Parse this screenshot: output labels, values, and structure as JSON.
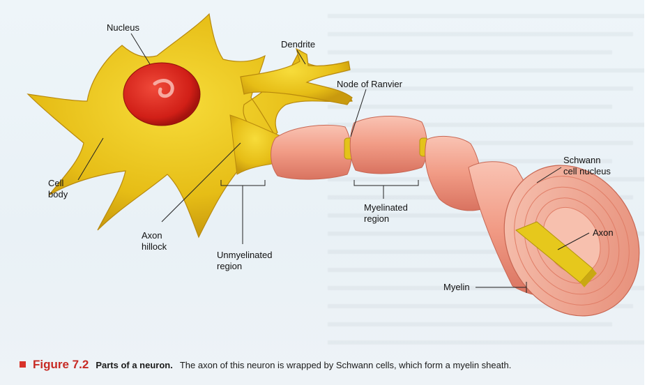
{
  "labels": {
    "nucleus": "Nucleus",
    "dendrite": "Dendrite",
    "node_of_ranvier": "Node of Ranvier",
    "schwann_cell_nucleus_1": "Schwann",
    "schwann_cell_nucleus_2": "cell nucleus",
    "cell_body_1": "Cell",
    "cell_body_2": "body",
    "axon_hillock_1": "Axon",
    "axon_hillock_2": "hillock",
    "unmyelinated_region_1": "Unmyelinated",
    "unmyelinated_region_2": "region",
    "myelinated_region_1": "Myelinated",
    "myelinated_region_2": "region",
    "axon": "Axon",
    "myelin": "Myelin"
  },
  "caption": {
    "figure": "Figure 7.2",
    "title": "Parts of a neuron.",
    "text": "The axon of this neuron is wrapped by Schwann cells, which form a myelin sheath."
  },
  "colors": {
    "cell_body": "#e8c21c",
    "nucleus": "#d9231c",
    "schwann": "#f09a86",
    "axon_core": "#e3c51a"
  }
}
